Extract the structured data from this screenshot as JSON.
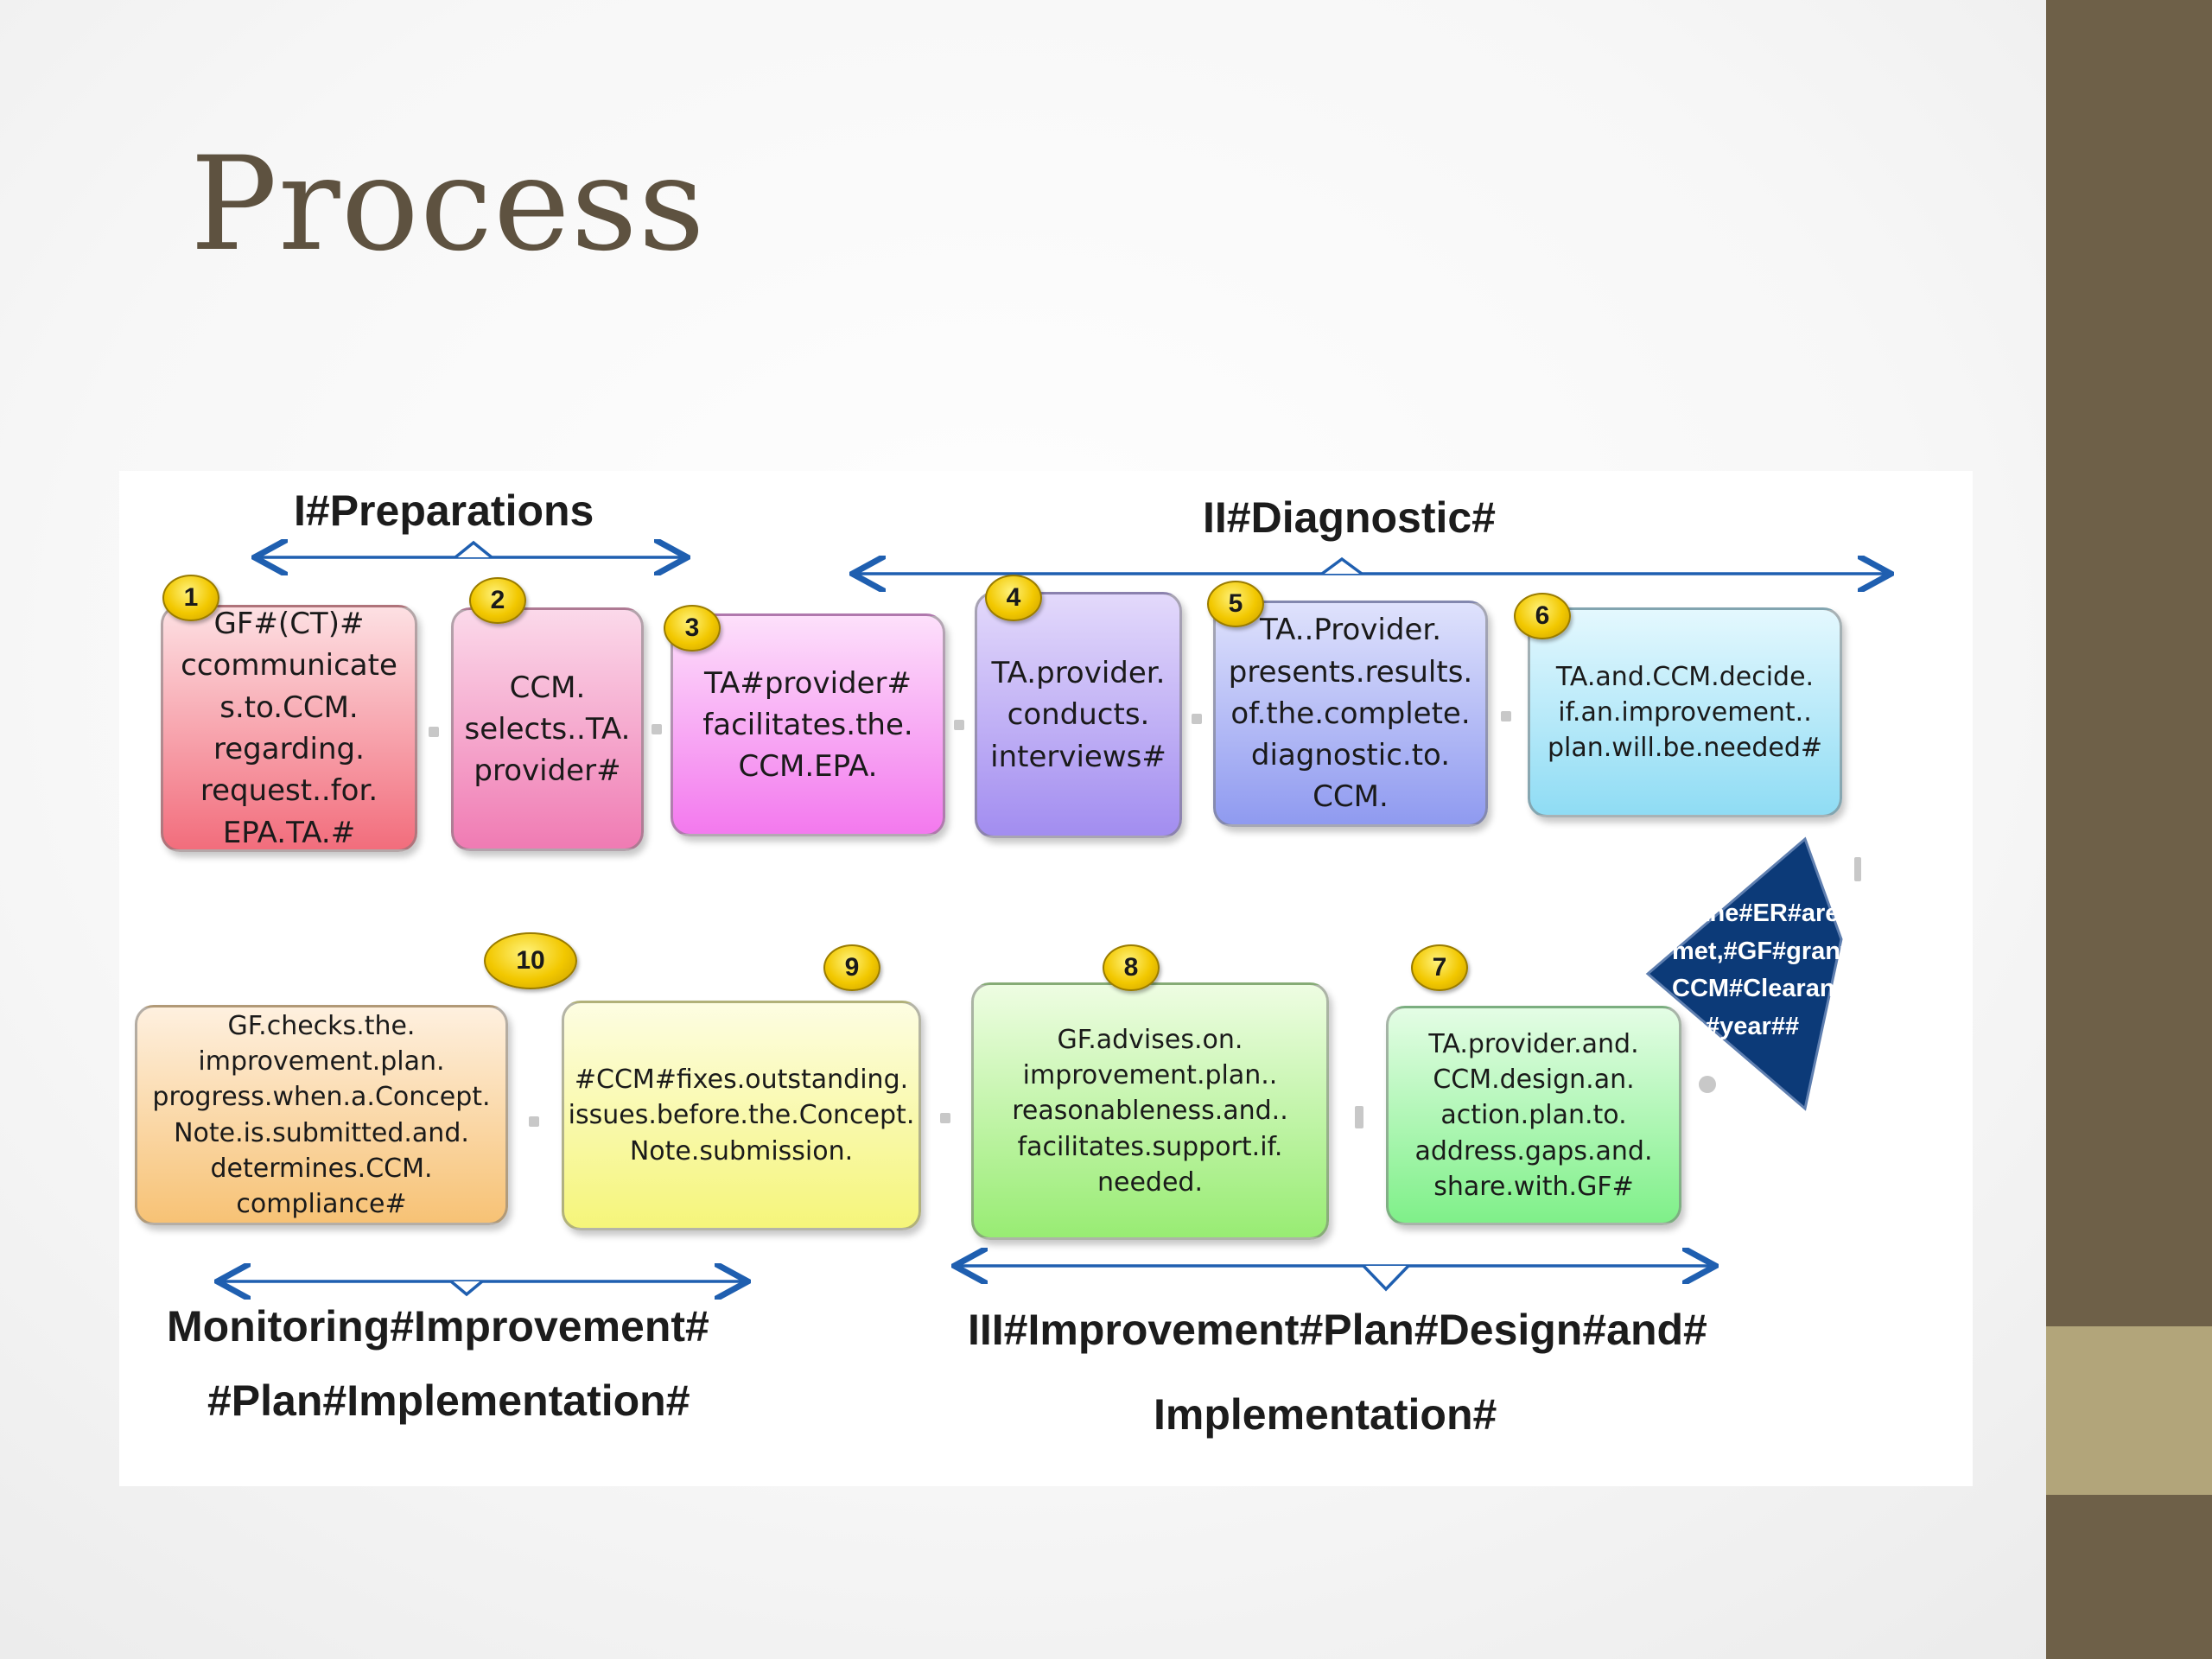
{
  "title": "Process",
  "colors": {
    "arrow": "#1f5fb0",
    "diamond": "#0c3a78",
    "accent_sidebar": "#6e6048",
    "accent_band": "#b2a57a"
  },
  "sections": {
    "preparations": "I#Preparations",
    "diagnostic": "II#Diagnostic#",
    "design": "III#Improvement#Plan#Design#and#",
    "design_line2": "Implementation#",
    "monitoring": "Monitoring#Improvement#",
    "monitoring_line2": "#Plan#Implementation#"
  },
  "steps": [
    {
      "num": "1",
      "text": "GF#(CT)#\nccommunicate\ns.to.CCM.\nregarding.\nrequest..for.\nEPA.TA.#"
    },
    {
      "num": "2",
      "text": "CCM.\nselects..TA.\nprovider#"
    },
    {
      "num": "3",
      "text": "TA#provider#\nfacilitates.the.\nCCM.EPA."
    },
    {
      "num": "4",
      "text": "TA.provider.\nconducts.\ninterviews#"
    },
    {
      "num": "5",
      "text": "TA..Provider.\npresents.results.\nof.the.complete.\ndiagnostic.to.\nCCM."
    },
    {
      "num": "6",
      "text": "TA.and.CCM.decide.\nif.an.improvement..\nplan.will.be.needed#"
    },
    {
      "num": "7",
      "text": "TA.provider.and.\nCCM.design.an.\naction.plan.to.\naddress.gaps.and.\nshare.with.GF#"
    },
    {
      "num": "8",
      "text": "GF.advises.on.\nimprovement.plan..\nreasonableness.and..\nfacilitates.support.if.\nneeded."
    },
    {
      "num": "9",
      "text": "#CCM#fixes.outstanding.\nissues.before.the.Concept.\nNote.submission."
    },
    {
      "num": "10",
      "text": "GF.checks.the.\nimprovement.plan.\nprogress.when.a.Concept.\nNote.is.submitted.and.\ndetermines.CCM.\ncompliance#"
    }
  ],
  "decision": "If#the#ER#are#\nmet,#GF#grants#the#\nCCM#Clearance#for#\na#year##"
}
